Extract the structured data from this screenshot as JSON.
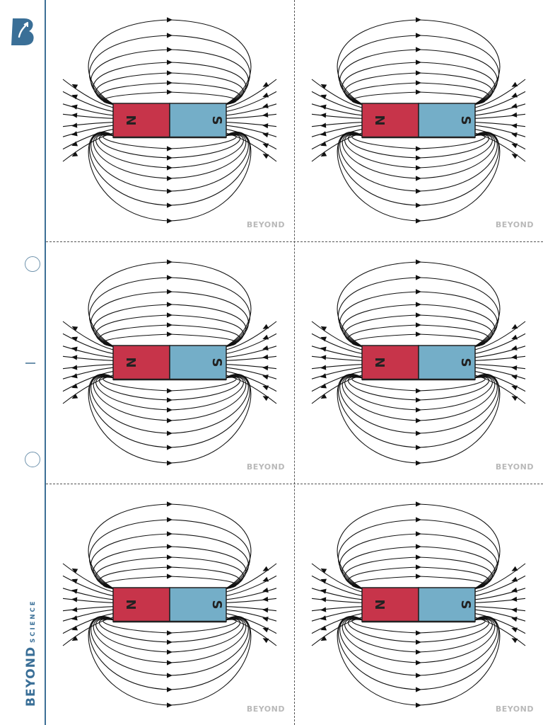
{
  "brand": {
    "name": "BEYOND",
    "tagline": "SCIENCE",
    "logo_letter": "B",
    "color": "#3a6f97"
  },
  "card": {
    "north_label": "N",
    "south_label": "S",
    "watermark": "BEYOND",
    "north_color": "#c7344a",
    "south_color": "#74aec8"
  },
  "cards": [
    {
      "id": 1
    },
    {
      "id": 2
    },
    {
      "id": 3
    },
    {
      "id": 4
    },
    {
      "id": 5
    },
    {
      "id": 6
    }
  ]
}
